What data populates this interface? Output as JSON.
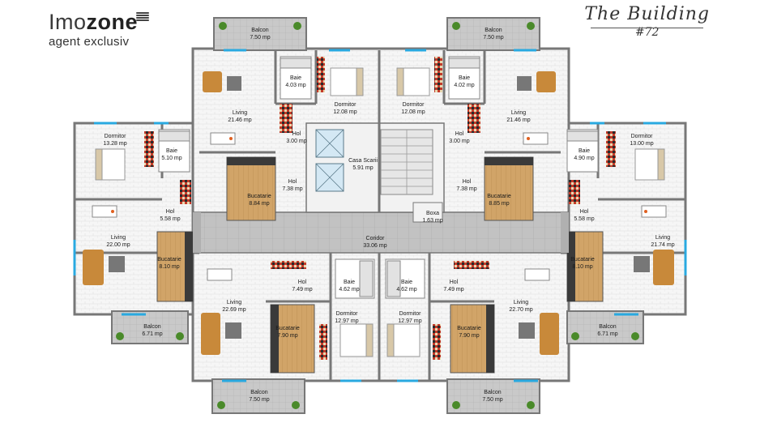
{
  "brand": {
    "name_light": "Imo",
    "name_bold": "zone",
    "tagline": "agent exclusiv"
  },
  "title": {
    "line1": "The Building",
    "line2": "#72"
  },
  "rooms": [
    {
      "id": "balcon-tl",
      "name": "Balcon",
      "area": "7.50 mp"
    },
    {
      "id": "balcon-tr",
      "name": "Balcon",
      "area": "7.50 mp"
    },
    {
      "id": "baie-1",
      "name": "Baie",
      "area": "4.03 mp"
    },
    {
      "id": "baie-2",
      "name": "Baie",
      "area": "4.02 mp"
    },
    {
      "id": "living-1",
      "name": "Living",
      "area": "21.46 mp"
    },
    {
      "id": "living-2",
      "name": "Living",
      "area": "21.46 mp"
    },
    {
      "id": "dormitor-1",
      "name": "Dormitor",
      "area": "12.08 mp"
    },
    {
      "id": "dormitor-2",
      "name": "Dormitor",
      "area": "12.08 mp"
    },
    {
      "id": "hol-1",
      "name": "Hol",
      "area": "3.00 mp"
    },
    {
      "id": "hol-2",
      "name": "Hol",
      "area": "3.00 mp"
    },
    {
      "id": "dormitor-l",
      "name": "Dormitor",
      "area": "13.28 mp"
    },
    {
      "id": "dormitor-r",
      "name": "Dormitor",
      "area": "13.00 mp"
    },
    {
      "id": "baie-l",
      "name": "Baie",
      "area": "5.10 mp"
    },
    {
      "id": "baie-r",
      "name": "Baie",
      "area": "4.90 mp"
    },
    {
      "id": "casa-scarii",
      "name": "Casa Scarii",
      "area": "5.91 mp"
    },
    {
      "id": "hol-3",
      "name": "Hol",
      "area": "7.38 mp"
    },
    {
      "id": "hol-4",
      "name": "Hol",
      "area": "7.38 mp"
    },
    {
      "id": "bucatarie-1",
      "name": "Bucatarie",
      "area": "8.84 mp"
    },
    {
      "id": "bucatarie-2",
      "name": "Bucatarie",
      "area": "8.85 mp"
    },
    {
      "id": "hol-l",
      "name": "Hol",
      "area": "5.58 mp"
    },
    {
      "id": "hol-r",
      "name": "Hol",
      "area": "5.58 mp"
    },
    {
      "id": "boxa",
      "name": "Boxa",
      "area": "1.63 mp"
    },
    {
      "id": "living-l",
      "name": "Living",
      "area": "22.00 mp"
    },
    {
      "id": "living-r",
      "name": "Living",
      "area": "21.74 mp"
    },
    {
      "id": "coridor",
      "name": "Coridor",
      "area": "33.06 mp"
    },
    {
      "id": "bucatarie-l",
      "name": "Bucatarie",
      "area": "8.10 mp"
    },
    {
      "id": "bucatarie-r",
      "name": "Bucatarie",
      "area": "8.10 mp"
    },
    {
      "id": "hol-5",
      "name": "Hol",
      "area": "7.49 mp"
    },
    {
      "id": "hol-6",
      "name": "Hol",
      "area": "7.49 mp"
    },
    {
      "id": "baie-3",
      "name": "Baie",
      "area": "4.62 mp"
    },
    {
      "id": "baie-4",
      "name": "Baie",
      "area": "4.62 mp"
    },
    {
      "id": "living-3",
      "name": "Living",
      "area": "22.69 mp"
    },
    {
      "id": "living-4",
      "name": "Living",
      "area": "22.70 mp"
    },
    {
      "id": "dormitor-3",
      "name": "Dormitor",
      "area": "12.97 mp"
    },
    {
      "id": "dormitor-4",
      "name": "Dormitor",
      "area": "12.97 mp"
    },
    {
      "id": "bucatarie-3",
      "name": "Bucatarie",
      "area": "7.90 mp"
    },
    {
      "id": "bucatarie-4",
      "name": "Bucatarie",
      "area": "7.90 mp"
    },
    {
      "id": "balcon-ml",
      "name": "Balcon",
      "area": "6.71 mp"
    },
    {
      "id": "balcon-mr",
      "name": "Balcon",
      "area": "6.71 mp"
    },
    {
      "id": "balcon-bl",
      "name": "Balcon",
      "area": "7.50 mp"
    },
    {
      "id": "balcon-br",
      "name": "Balcon",
      "area": "7.50 mp"
    }
  ],
  "colors": {
    "wall": "#7a7a7a",
    "tile": "#c8c8c8",
    "corridor": "#bcbcbc",
    "floor": "#f4f4f4",
    "wood": "#c89a5a",
    "sofa": "#c8893a",
    "window": "#29a9e0",
    "plant": "#4a8a2a"
  }
}
